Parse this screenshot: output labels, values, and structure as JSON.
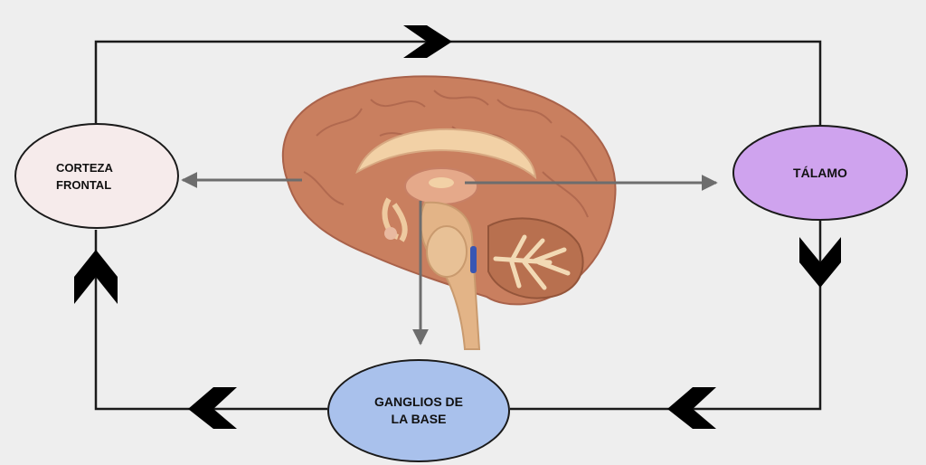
{
  "nodes": {
    "corteza_frontal": {
      "label": "CORTEZA\nFRONTAL",
      "color": "#f6ebeb"
    },
    "talamo": {
      "label": "TÁLAMO",
      "color": "#cfa3ee"
    },
    "ganglios_base": {
      "label": "GANGLIOS DE\nLA BASE",
      "color": "#a9c1ec"
    }
  },
  "colors": {
    "background": "#eeeeee",
    "loop_line": "#1a1a1a",
    "pointer_arrow": "#6d6d6d",
    "brain_cortex": "#c97f5f",
    "brain_inner": "#f2d1a6"
  },
  "icons": [
    "brain-sagittal-illustration",
    "chevron-right-icon",
    "chevron-down-icon",
    "chevron-left-icon",
    "chevron-up-icon"
  ]
}
